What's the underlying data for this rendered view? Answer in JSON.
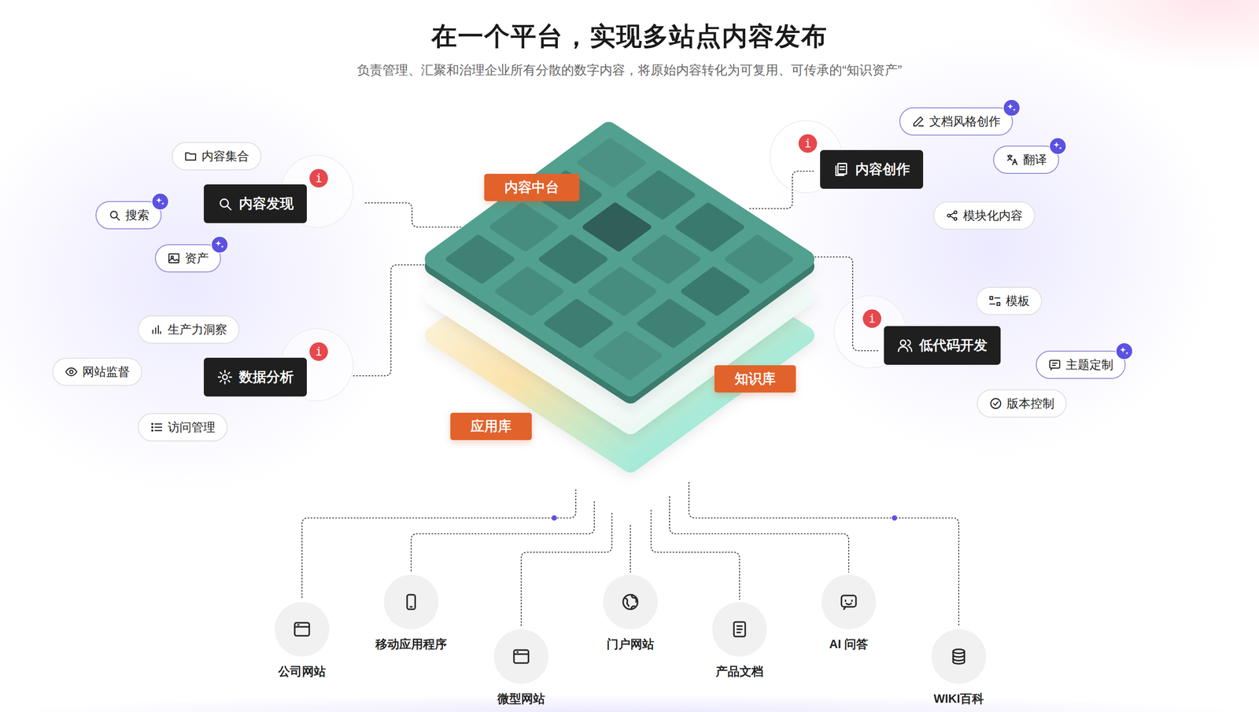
{
  "diagram": {
    "title": "在一个平台，实现多站点内容发布",
    "caption": "负责管理、汇聚和治理企业所有分散的数字内容，将原始内容转化为可复用、可传承的“知识资产”",
    "nodes": [
      {
        "text": [
          "内容集合"
        ]
      },
      {
        "text": [
          "搜索"
        ]
      },
      {
        "text": [
          "内容发现"
        ]
      },
      {
        "text": [
          "i"
        ]
      },
      {
        "text": [
          "资产"
        ]
      },
      {
        "text": [
          "内容中台"
        ]
      },
      {
        "text": [
          "文档风格创作"
        ]
      },
      {
        "text": [
          "翻译"
        ]
      },
      {
        "text": [
          "i"
        ]
      },
      {
        "text": [
          "内容创作"
        ]
      },
      {
        "text": [
          "模块化内容"
        ]
      },
      {
        "text": [
          "生产力洞察"
        ]
      },
      {
        "text": [
          "网站监督"
        ]
      },
      {
        "text": [
          "数据分析"
        ]
      },
      {
        "text": [
          "i"
        ]
      },
      {
        "text": [
          "访问管理"
        ]
      },
      {
        "text": [
          "模板"
        ]
      },
      {
        "text": [
          "i"
        ]
      },
      {
        "text": [
          "低代码开发"
        ]
      },
      {
        "text": [
          "主题定制"
        ]
      },
      {
        "text": [
          "版本控制"
        ]
      },
      {
        "text": [
          "知识库"
        ]
      },
      {
        "text": [
          "应用库"
        ]
      },
      {
        "text": [
          "公司网站"
        ]
      },
      {
        "text": [
          "移动应用程序"
        ]
      },
      {
        "text": [
          "微型网站"
        ]
      },
      {
        "text": [
          "门户网站"
        ]
      },
      {
        "text": [
          "产品文档"
        ]
      },
      {
        "text": [
          "AI 问答"
        ]
      },
      {
        "text": [
          "WIKI百科"
        ]
      }
    ]
  }
}
